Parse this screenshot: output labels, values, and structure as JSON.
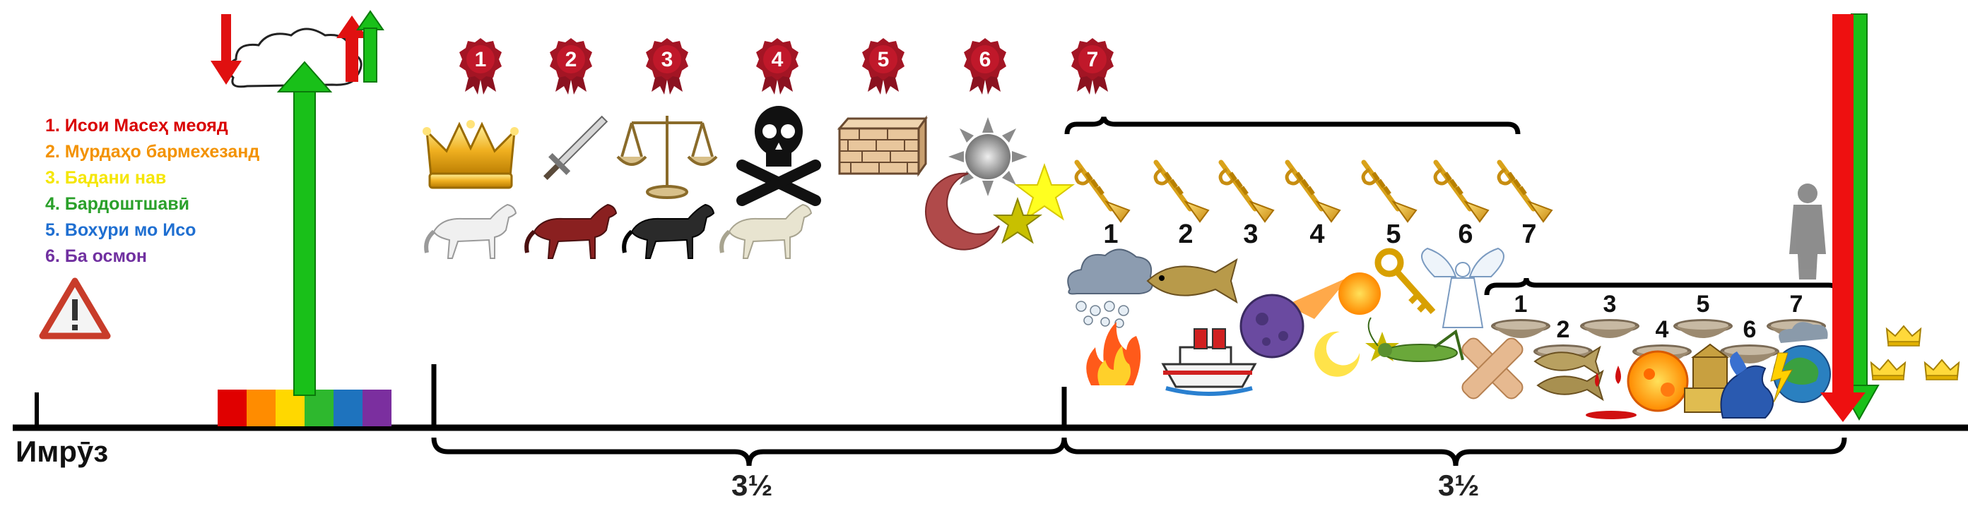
{
  "legend": [
    {
      "text": "1. Исои Масеҳ меояд",
      "color": "#d90000"
    },
    {
      "text": "2. Мурдаҳо бармехезанд",
      "color": "#f39200"
    },
    {
      "text": "3. Бадани нав",
      "color": "#f5e600"
    },
    {
      "text": "4. Бардоштшавӣ",
      "color": "#2aa02a"
    },
    {
      "text": "5. Вохури мо Исо",
      "color": "#1f6fd1"
    },
    {
      "text": "6. Ба осмон",
      "color": "#7030a0"
    }
  ],
  "today_label": "Имрӯз",
  "period_left": "3½",
  "period_right": "3½",
  "seals": [
    "1",
    "2",
    "3",
    "4",
    "5",
    "6",
    "7"
  ],
  "trumpets": [
    "1",
    "2",
    "3",
    "4",
    "5",
    "6",
    "7"
  ],
  "bowls": [
    "1",
    "2",
    "3",
    "4",
    "5",
    "6",
    "7"
  ],
  "rainbow": [
    "#e00000",
    "#ff8c00",
    "#ffd800",
    "#2eb82e",
    "#1e73be",
    "#7b2f9f"
  ],
  "icons": {
    "seal": "seal-ribbon-icon",
    "crown": "crown-icon",
    "sword": "sword-icon",
    "scales": "scales-icon",
    "skull": "skull-crossbones-icon",
    "wall": "brick-wall-icon",
    "sun": "sun-icon",
    "moon": "moon-icon",
    "star": "star-icon",
    "horse": "horse-icon",
    "trumpet": "trumpet-icon",
    "bowl": "bowl-icon",
    "warning": "warning-icon",
    "cloud": "cloud-icon"
  }
}
